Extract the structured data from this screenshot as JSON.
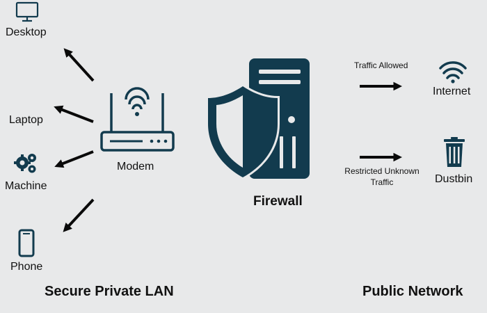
{
  "colors": {
    "background": "#e8e9ea",
    "icon": "#123b4e",
    "arrow": "#0a0a0a",
    "text": "#111111"
  },
  "devices": [
    {
      "label": "Desktop",
      "icon": "monitor-icon"
    },
    {
      "label": "Laptop",
      "icon": "laptop-icon"
    },
    {
      "label": "Machine",
      "icon": "gears-icon"
    },
    {
      "label": "Phone",
      "icon": "phone-icon"
    }
  ],
  "modem": {
    "label": "Modem",
    "icon": "router-icon"
  },
  "firewall": {
    "label": "Firewall",
    "icon": "firewall-shield-server-icon"
  },
  "traffic": {
    "allowed_label": "Traffic Allowed",
    "restricted_label": "Restricted Unknown Traffic"
  },
  "destinations": {
    "internet": {
      "label": "Internet",
      "icon": "wifi-icon"
    },
    "dustbin": {
      "label": "Dustbin",
      "icon": "trash-icon"
    }
  },
  "sections": {
    "lan_title": "Secure Private LAN",
    "public_title": "Public Network"
  }
}
